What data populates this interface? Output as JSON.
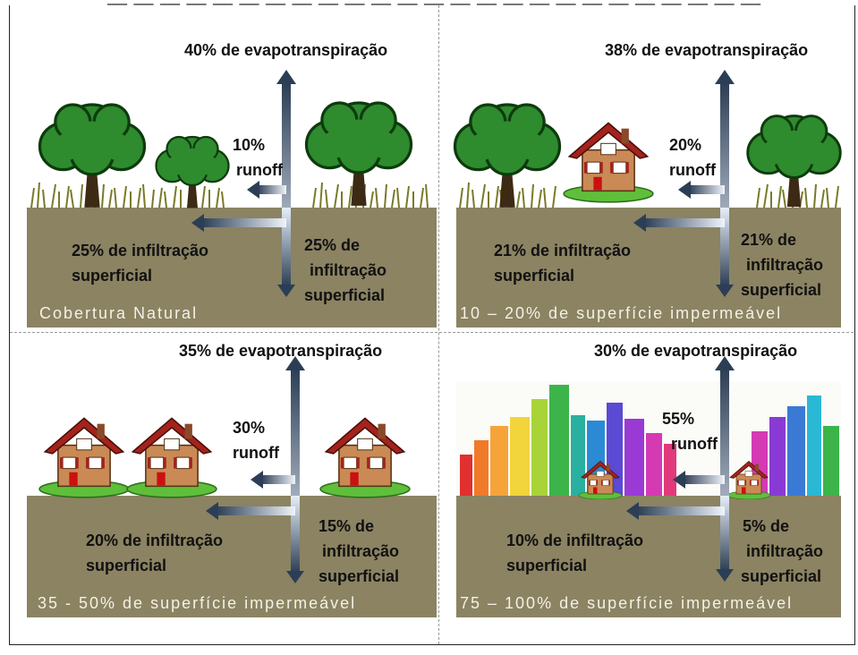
{
  "panels": [
    {
      "id": "natural",
      "evapotranspiration": "40% de evapotranspiração",
      "runoff_value": "10%",
      "runoff_word": "runoff",
      "shallow_infiltration": [
        "25% de infiltração",
        "superficial"
      ],
      "deep_infiltration": [
        "25% de",
        "infiltração",
        "superficial"
      ],
      "footer": "Cobertura Natural"
    },
    {
      "id": "impervious-10-20",
      "evapotranspiration": "38% de evapotranspiração",
      "runoff_value": "20%",
      "runoff_word": "runoff",
      "shallow_infiltration": [
        "21% de infiltração",
        "superficial"
      ],
      "deep_infiltration": [
        "21% de",
        "infiltração",
        "superficial"
      ],
      "footer": "10 – 20% de superfície impermeável"
    },
    {
      "id": "impervious-35-50",
      "evapotranspiration": "35% de evapotranspiração",
      "runoff_value": "30%",
      "runoff_word": "runoff",
      "shallow_infiltration": [
        "20% de infiltração",
        "superficial"
      ],
      "deep_infiltration": [
        "15% de",
        "infiltração",
        "superficial"
      ],
      "footer": "35 - 50% de superfície impermeável"
    },
    {
      "id": "impervious-75-100",
      "evapotranspiration": "30% de evapotranspiração",
      "runoff_value": "55%",
      "runoff_word": "runoff",
      "shallow_infiltration": [
        "10% de infiltração",
        "superficial"
      ],
      "deep_infiltration": [
        "5% de",
        "infiltração",
        "superficial"
      ],
      "footer": "75 – 100% de superfície impermeável"
    }
  ],
  "colors": {
    "ground": "#8b8362",
    "tree_leaves": "#2e8b2e",
    "roof": "#a3231c",
    "wall": "#c98a55",
    "arrow_dark": "#2c3e55",
    "arrow_light": "#b8d4f0"
  }
}
